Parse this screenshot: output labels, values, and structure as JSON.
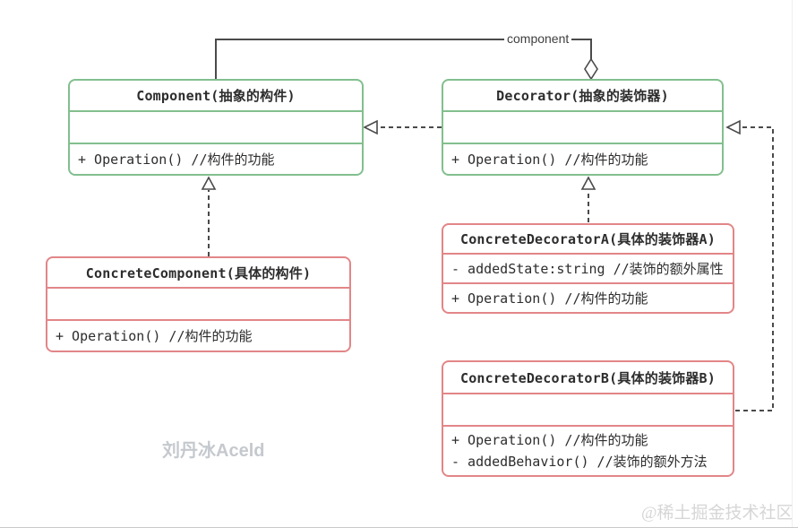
{
  "diagram": {
    "aggregation_label": "component",
    "watermark_author": "刘丹冰Aceld",
    "watermark_site": "@稀土掘金技术社区",
    "colors": {
      "abstract_border": "#82bf8e",
      "concrete_border": "#e28688",
      "line": "#4a4a4a",
      "text": "#2d2d2d"
    }
  },
  "classes": {
    "component": {
      "title": "Component(抽象的构件)",
      "fields": [],
      "methods": [
        "+ Operation() //构件的功能"
      ]
    },
    "decorator": {
      "title": "Decorator(抽象的装饰器)",
      "fields": [],
      "methods": [
        "+ Operation() //构件的功能"
      ]
    },
    "concrete_component": {
      "title": "ConcreteComponent(具体的构件)",
      "fields": [],
      "methods": [
        "+ Operation() //构件的功能"
      ]
    },
    "concrete_decorator_a": {
      "title": "ConcreteDecoratorA(具体的装饰器A)",
      "fields": [
        "- addedState:string //装饰的额外属性"
      ],
      "methods": [
        "+ Operation() //构件的功能"
      ]
    },
    "concrete_decorator_b": {
      "title": "ConcreteDecoratorB(具体的装饰器B)",
      "fields": [],
      "methods": [
        "+ Operation() //构件的功能",
        "- addedBehavior() //装饰的额外方法"
      ]
    }
  }
}
